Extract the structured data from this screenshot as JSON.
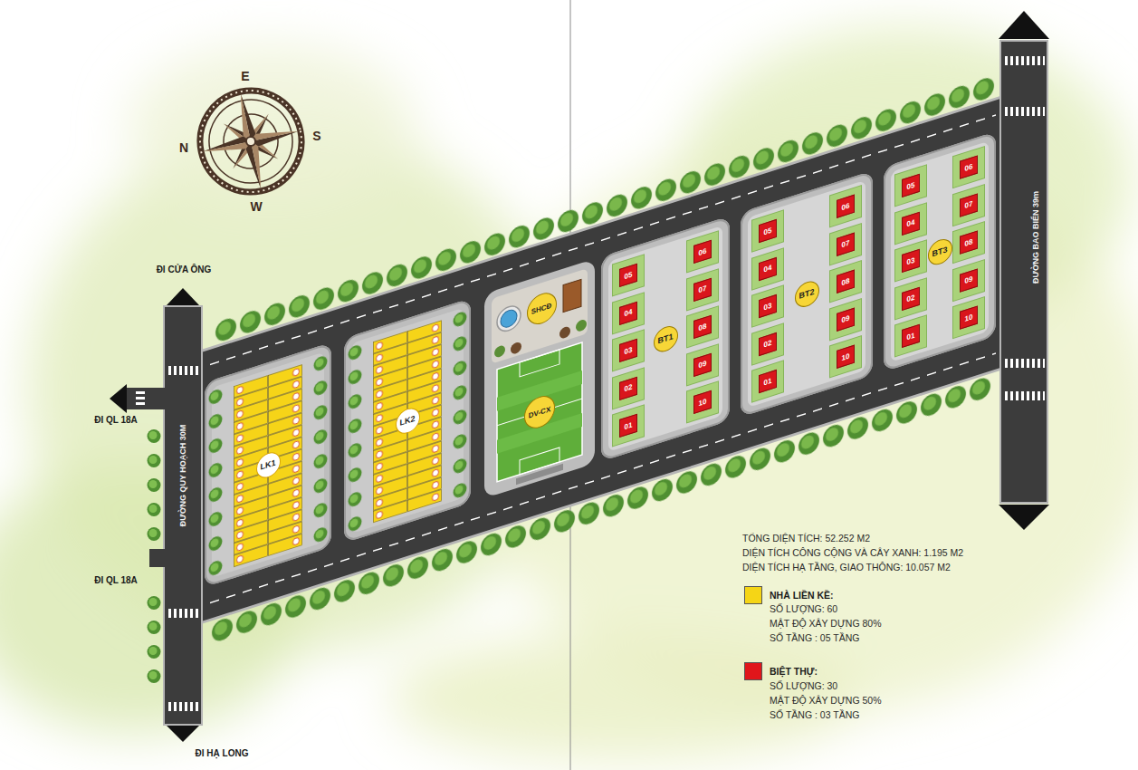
{
  "diagram": {
    "nodes": [
      {
        "text": [
          "LK1"
        ]
      },
      {
        "text": [
          "LK2"
        ]
      },
      {
        "text": [
          "SHCĐ"
        ]
      },
      {
        "text": [
          "DV-CX"
        ]
      },
      {
        "text": [
          "BT1"
        ]
      },
      {
        "text": [
          "01"
        ],
        "in": 4
      },
      {
        "text": [
          "02"
        ],
        "in": 4
      },
      {
        "text": [
          "03"
        ],
        "in": 4
      },
      {
        "text": [
          "04"
        ],
        "in": 4
      },
      {
        "text": [
          "05"
        ],
        "in": 4
      },
      {
        "text": [
          "06"
        ],
        "in": 4
      },
      {
        "text": [
          "07"
        ],
        "in": 4
      },
      {
        "text": [
          "08"
        ],
        "in": 4
      },
      {
        "text": [
          "09"
        ],
        "in": 4
      },
      {
        "text": [
          "10"
        ],
        "in": 4
      },
      {
        "text": [
          "BT2"
        ]
      },
      {
        "text": [
          "01"
        ],
        "in": 15
      },
      {
        "text": [
          "02"
        ],
        "in": 15
      },
      {
        "text": [
          "03"
        ],
        "in": 15
      },
      {
        "text": [
          "04"
        ],
        "in": 15
      },
      {
        "text": [
          "05"
        ],
        "in": 15
      },
      {
        "text": [
          "06"
        ],
        "in": 15
      },
      {
        "text": [
          "07"
        ],
        "in": 15
      },
      {
        "text": [
          "08"
        ],
        "in": 15
      },
      {
        "text": [
          "09"
        ],
        "in": 15
      },
      {
        "text": [
          "10"
        ],
        "in": 15
      },
      {
        "text": [
          "BT3"
        ]
      },
      {
        "text": [
          "01"
        ],
        "in": 26
      },
      {
        "text": [
          "02"
        ],
        "in": 26
      },
      {
        "text": [
          "03"
        ],
        "in": 26
      },
      {
        "text": [
          "04"
        ],
        "in": 26
      },
      {
        "text": [
          "05"
        ],
        "in": 26
      },
      {
        "text": [
          "06"
        ],
        "in": 26
      },
      {
        "text": [
          "07"
        ],
        "in": 26
      },
      {
        "text": [
          "08"
        ],
        "in": 26
      },
      {
        "text": [
          "09"
        ],
        "in": 26
      },
      {
        "text": [
          "10"
        ],
        "in": 26
      }
    ],
    "labels": [
      "E",
      "S",
      "W",
      "N",
      "ĐI CỬA ÔNG",
      "ĐI QL 18A",
      "ĐI QL 18A",
      "ĐI HẠ LONG",
      "ĐƯỜNG QUY HOẠCH 30M",
      "ĐƯỜNG BAO BIỂN 39m",
      "TỔNG DIỆN TÍCH: 52.252 M2",
      "DIỆN TÍCH CÔNG CỘNG VÀ CÂY XANH: 1.195 M2",
      "DIỆN TÍCH HẠ TẦNG, GIAO THÔNG: 10.057 M2",
      "SỐ LƯỢNG: 60",
      "MẬT ĐỘ XÂY DỰNG 80%",
      "SỐ TẦNG : 05 TẦNG",
      "SỐ LƯỢNG: 30",
      "MẬT ĐỘ XÂY DỰNG 50%",
      "SỐ TẦNG : 03 TẦNG"
    ],
    "legend": [
      {
        "text": "NHÀ LIỀN KỀ:",
        "color": "#f5d516"
      },
      {
        "text": "BIỆT THỰ:",
        "color": "#e0161b"
      }
    ]
  }
}
